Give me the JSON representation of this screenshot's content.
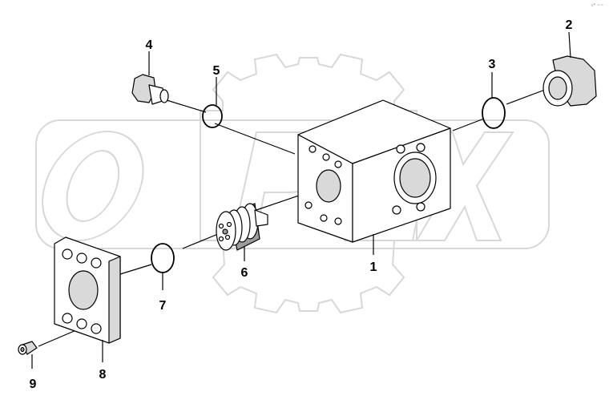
{
  "watermark": {
    "text": "OPEX",
    "name": "opex-gear-watermark"
  },
  "corner_mark": "c* ~~",
  "callouts": [
    {
      "id": "1",
      "part": "valve-body"
    },
    {
      "id": "2",
      "part": "plug"
    },
    {
      "id": "3",
      "part": "o-ring"
    },
    {
      "id": "4",
      "part": "small-plug"
    },
    {
      "id": "5",
      "part": "o-ring"
    },
    {
      "id": "6",
      "part": "valve-cartridge"
    },
    {
      "id": "7",
      "part": "o-ring"
    },
    {
      "id": "8",
      "part": "flange-plate"
    },
    {
      "id": "9",
      "part": "cap-screw"
    }
  ]
}
